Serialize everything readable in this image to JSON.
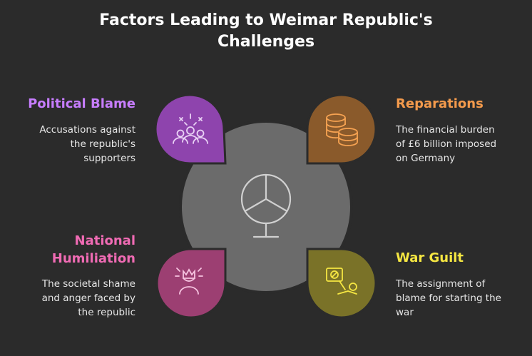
{
  "title": {
    "line1": "Factors Leading to Weimar Republic's",
    "line2": "Challenges"
  },
  "colors": {
    "background": "#2b2b2b",
    "center_circle": "#6b6b6b",
    "political_blame": "#8e44ad",
    "reparations": "#8a5a2b",
    "national_humiliation": "#9c3f72",
    "war_guilt": "#7a7228"
  },
  "factors": {
    "political_blame": {
      "title": "Political Blame",
      "description": [
        "Accusations against",
        "the republic's",
        "supporters"
      ],
      "icon": "crowd-icon",
      "title_color": "#c77dff"
    },
    "reparations": {
      "title": "Reparations",
      "description": [
        "The financial burden",
        "of £6 billion imposed",
        "on Germany"
      ],
      "icon": "coins-icon",
      "title_color": "#f39a4c"
    },
    "national_humiliation": {
      "title_line1": "National",
      "title_line2": "Humiliation",
      "description": [
        "The societal shame",
        "and anger faced by",
        "the republic"
      ],
      "icon": "ashamed-person-icon",
      "title_color": "#f06bb4"
    },
    "war_guilt": {
      "title": "War Guilt",
      "description": [
        "The assignment of",
        "blame for starting the",
        "war"
      ],
      "icon": "blame-sign-icon",
      "title_color": "#f5e642"
    }
  },
  "center": {
    "icon": "treaty-table-icon"
  }
}
